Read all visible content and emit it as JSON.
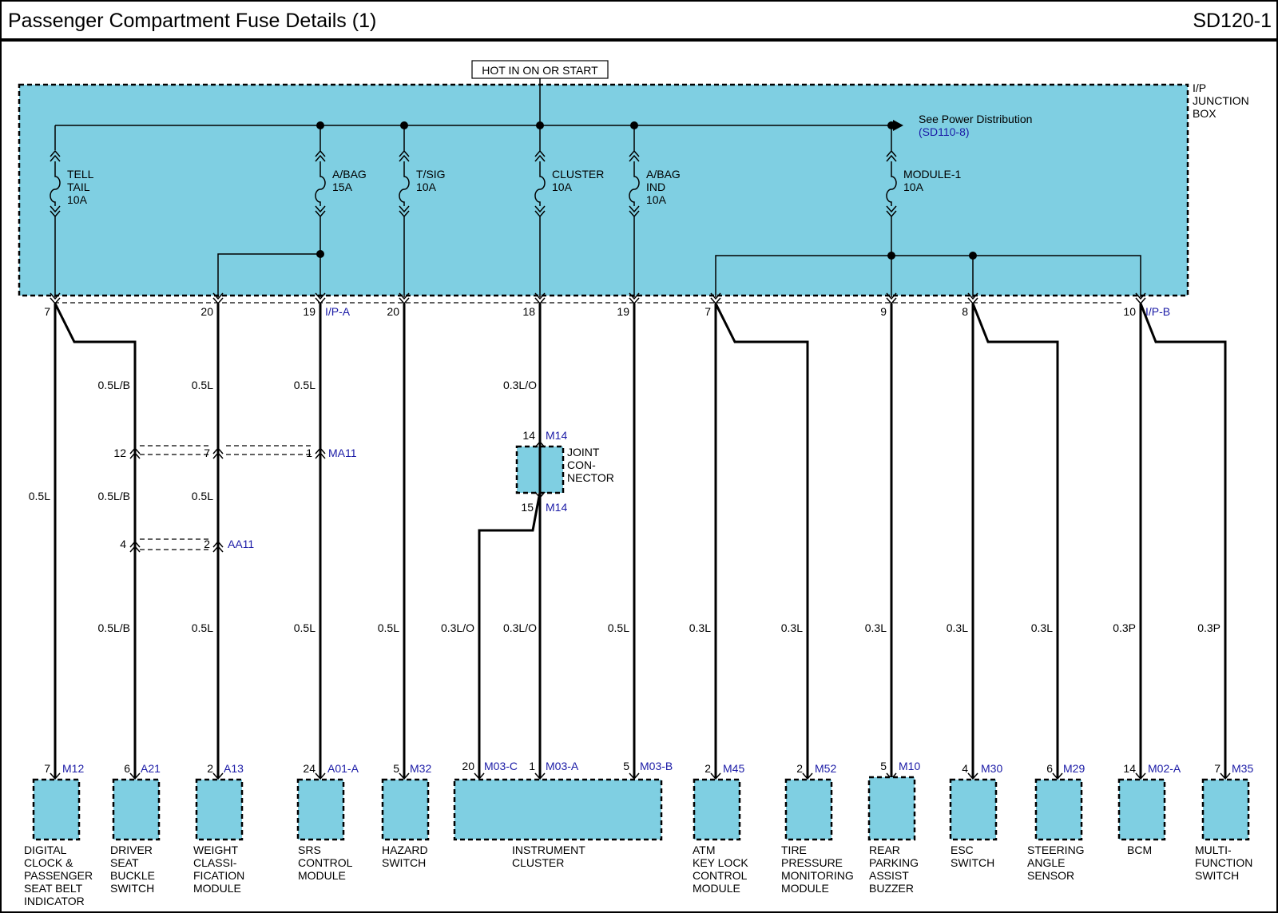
{
  "title": "Passenger Compartment Fuse Details (1)",
  "code": "SD120-1",
  "power_label": "HOT IN ON OR START",
  "junction_box": {
    "lines": [
      "I/P",
      "JUNCTION",
      "BOX"
    ]
  },
  "see_power": {
    "text": "See Power Distribution",
    "ref": "(SD110-8)"
  },
  "fuses": [
    {
      "lines": [
        "TELL",
        "TAIL",
        "10A"
      ]
    },
    {
      "lines": [
        "A/BAG",
        "15A"
      ]
    },
    {
      "lines": [
        "T/SIG",
        "10A"
      ]
    },
    {
      "lines": [
        "CLUSTER",
        "10A"
      ]
    },
    {
      "lines": [
        "A/BAG",
        "IND",
        "10A"
      ]
    },
    {
      "lines": [
        "MODULE-1",
        "10A"
      ]
    }
  ],
  "connector_labels": {
    "ip_a": "I/P-A",
    "ip_b": "I/P-B"
  },
  "pins": [
    "7",
    "20",
    "19",
    "20",
    "18",
    "19",
    "7",
    "9",
    "8",
    "10"
  ],
  "wire_labels_upper": [
    "0.5L/B",
    "0.5L",
    "0.5L",
    "0.3L/O"
  ],
  "wire_labels_mid": [
    "0.5L",
    "0.5L/B",
    "0.5L"
  ],
  "wire_labels_lower": [
    "0.5L/B",
    "0.5L",
    "0.5L",
    "0.5L",
    "0.3L/O",
    "0.3L/O",
    "0.5L",
    "0.3L",
    "0.3L",
    "0.3L",
    "0.3L",
    "0.3L",
    "0.3P",
    "0.3P"
  ],
  "inline_connectors": {
    "ma11": {
      "pins": [
        "12",
        "7",
        "1"
      ],
      "ref": "MA11"
    },
    "aa11": {
      "pins": [
        "4",
        "2"
      ],
      "ref": "AA11"
    }
  },
  "joint_connector": {
    "top_pin": "14",
    "top_ref": "M14",
    "bottom_pin": "15",
    "bottom_ref": "M14",
    "lines": [
      "JOINT",
      "CON-",
      "NECTOR"
    ]
  },
  "components": [
    {
      "pin": "7",
      "ref": "M12",
      "lines": [
        "DIGITAL",
        "CLOCK &",
        "PASSENGER",
        "SEAT BELT",
        "INDICATOR"
      ]
    },
    {
      "pin": "6",
      "ref": "A21",
      "lines": [
        "DRIVER",
        "SEAT",
        "BUCKLE",
        "SWITCH"
      ]
    },
    {
      "pin": "2",
      "ref": "A13",
      "lines": [
        "WEIGHT",
        "CLASSI-",
        "FICATION",
        "MODULE"
      ]
    },
    {
      "pin": "24",
      "ref": "A01-A",
      "lines": [
        "SRS",
        "CONTROL",
        "MODULE"
      ]
    },
    {
      "pin": "5",
      "ref": "M32",
      "lines": [
        "HAZARD",
        "SWITCH"
      ]
    },
    {
      "pins": [
        {
          "pin": "20",
          "ref": "M03-C"
        },
        {
          "pin": "1",
          "ref": "M03-A"
        },
        {
          "pin": "5",
          "ref": "M03-B"
        }
      ],
      "lines": [
        "INSTRUMENT",
        "CLUSTER"
      ]
    },
    {
      "pin": "2",
      "ref": "M45",
      "lines": [
        "ATM",
        "KEY LOCK",
        "CONTROL",
        "MODULE"
      ]
    },
    {
      "pin": "2",
      "ref": "M52",
      "lines": [
        "TIRE",
        "PRESSURE",
        "MONITORING",
        "MODULE"
      ]
    },
    {
      "pin": "5",
      "ref": "M10",
      "lines": [
        "REAR",
        "PARKING",
        "ASSIST",
        "BUZZER"
      ]
    },
    {
      "pin": "4",
      "ref": "M30",
      "lines": [
        "ESC",
        "SWITCH"
      ]
    },
    {
      "pin": "6",
      "ref": "M29",
      "lines": [
        "STEERING",
        "ANGLE",
        "SENSOR"
      ]
    },
    {
      "pin": "14",
      "ref": "M02-A",
      "lines": [
        "BCM"
      ]
    },
    {
      "pin": "7",
      "ref": "M35",
      "lines": [
        "MULTI-",
        "FUNCTION",
        "SWITCH"
      ]
    }
  ],
  "colors": {
    "box_fill": "#7fcfe2",
    "reference_text": "#1a1aa6",
    "line": "#000000"
  }
}
